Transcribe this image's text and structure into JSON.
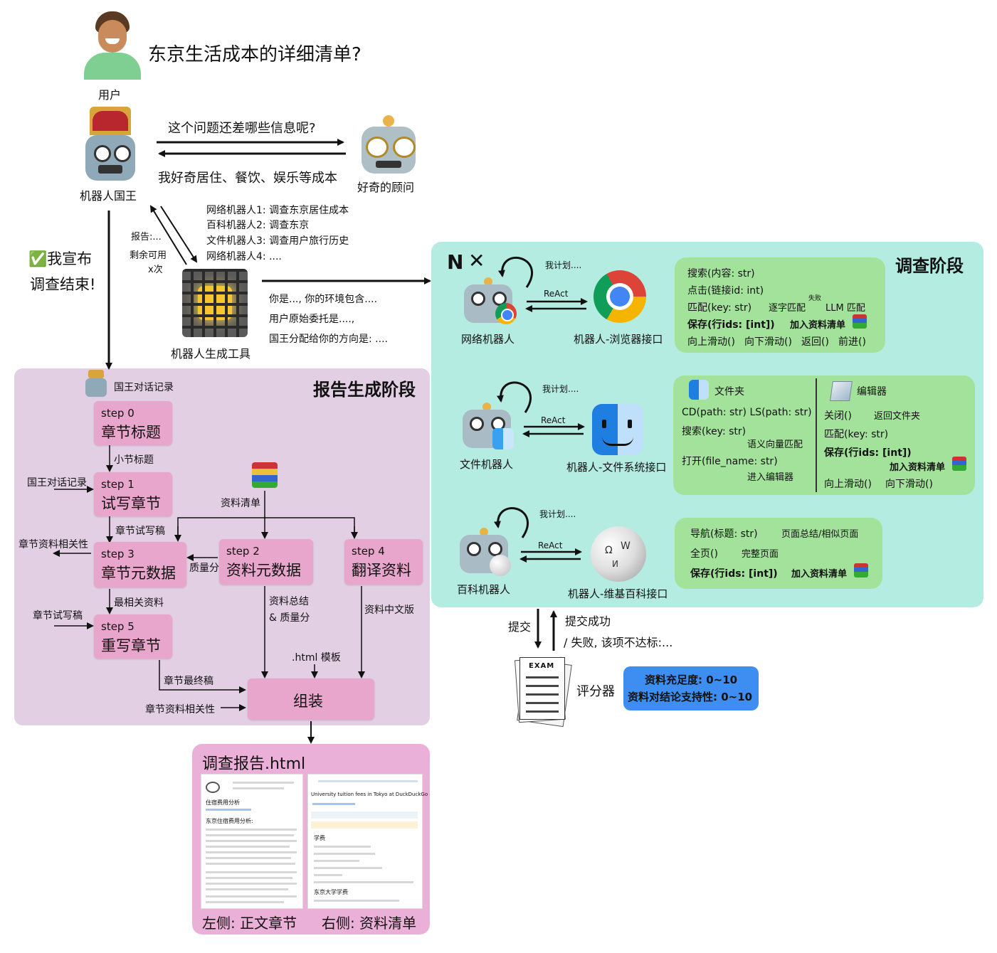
{
  "question": "东京生活成本的详细清单?",
  "user_label": "用户",
  "king_label": "机器人国王",
  "advisor_label": "好奇的顾问",
  "dialog_question": "这个问题还差哪些信息呢?",
  "dialog_answer": "我好奇居住、餐饮、娱乐等成本",
  "declare_done_line1": "✅我宣布",
  "declare_done_line2": "调查结束!",
  "report_back_line1": "报告:...",
  "report_back_line2": "剩余可用",
  "report_back_line3": "x次",
  "assignments": [
    "网络机器人1: 调查东京居住成本",
    "百科机器人2: 调查东京",
    "文件机器人3: 调查用户旅行历史",
    "网络机器人4: ...."
  ],
  "generator_label": "机器人生成工具",
  "generator_prompts": [
    "你是..., 你的环境包含....",
    "用户原始委托是....,",
    "国王分配给你的方向是: ...."
  ],
  "investigation_phase": {
    "title": "调查阶段",
    "n_label": "N",
    "web_bot": {
      "label": "网络机器人",
      "plan": "我计划....",
      "react": "ReAct",
      "interface": "机器人-浏览器接口",
      "ops": {
        "search": "搜索(内容: str)",
        "click": "点击(链接id: int)",
        "match": "匹配(key: str)",
        "exact_match": "逐字匹配",
        "fail": "失败",
        "llm_match": "LLM 匹配",
        "save": "保存(行ids: [int])",
        "add_list": "加入资料清单",
        "scroll_up": "向上滑动()",
        "scroll_down": "向下滑动()",
        "back": "返回()",
        "forward": "前进()"
      }
    },
    "file_bot": {
      "label": "文件机器人",
      "plan": "我计划....",
      "react": "ReAct",
      "interface": "机器人-文件系统接口",
      "folder": {
        "title": "文件夹",
        "cd_ls": "CD(path: str) LS(path: str)",
        "search": "搜索(key: str)",
        "semantic": "语义向量匹配",
        "open": "打开(file_name: str)",
        "enter_editor": "进入编辑器"
      },
      "editor": {
        "title": "编辑器",
        "close": "关闭()",
        "back_folder": "返回文件夹",
        "match": "匹配(key: str)",
        "save": "保存(行ids: [int])",
        "add_list": "加入资料清单",
        "scroll_up": "向上滑动()",
        "scroll_down": "向下滑动()"
      }
    },
    "wiki_bot": {
      "label": "百科机器人",
      "plan": "我计划....",
      "react": "ReAct",
      "interface": "机器人-维基百科接口",
      "ops": {
        "nav": "导航(标题: str)",
        "nav_result": "页面总结/相似页面",
        "full": "全页()",
        "full_result": "完整页面",
        "save": "保存(行ids: [int])",
        "add_list": "加入资料清单"
      }
    }
  },
  "submit": "提交",
  "submit_ok": "提交成功",
  "submit_fail": "/ 失败, 该项不达标:...",
  "grader_label": "评分器",
  "exam_label": "EXAM",
  "grader_criteria": [
    "资料充足度: 0~10",
    "资料对结论支持性: 0~10"
  ],
  "report_phase": {
    "title": "报告生成阶段",
    "king_record": "国王对话记录",
    "steps": [
      {
        "step": "step 0",
        "name": "章节标题"
      },
      {
        "step": "step 1",
        "name": "试写章节"
      },
      {
        "step": "step 3",
        "name": "章节元数据"
      },
      {
        "step": "step 2",
        "name": "资料元数据"
      },
      {
        "step": "step 4",
        "name": "翻译资料"
      },
      {
        "step": "step 5",
        "name": "重写章节"
      }
    ],
    "assemble": "组装",
    "labels": {
      "subsection_titles": "小节标题",
      "king_record_in": "国王对话记录",
      "material_list": "资料清单",
      "chapter_draft": "章节试写稿",
      "chapter_relevance_out": "章节资料相关性",
      "quality_score": "质量分",
      "most_relevant": "最相关资料",
      "material_summary": "资料总结",
      "and_quality": "& 质量分",
      "material_cn": "资料中文版",
      "chapter_draft_in": "章节试写稿",
      "html_template": ".html 模板",
      "chapter_final": "章节最终稿",
      "chapter_relevance_in": "章节资料相关性"
    }
  },
  "report_output": {
    "title": "调查报告.html",
    "left_caption": "左侧: 正文章节",
    "right_caption": "右侧: 资料清单",
    "left_doc_title": "住宿费用分析",
    "left_doc_subtitle": "东京住宿费用分析:",
    "right_doc_title": "University tuition fees in Tokyo at DuckDuckGo",
    "right_doc_sub1": "学费",
    "right_doc_sub2": "东京大学学费"
  },
  "colors": {
    "purple_panel": "#e3cfe3",
    "teal_panel": "#b4ece2",
    "step_pink": "#e9a6cc",
    "green_box": "#a3e29a",
    "grader_blue": "#3d8ef0"
  }
}
